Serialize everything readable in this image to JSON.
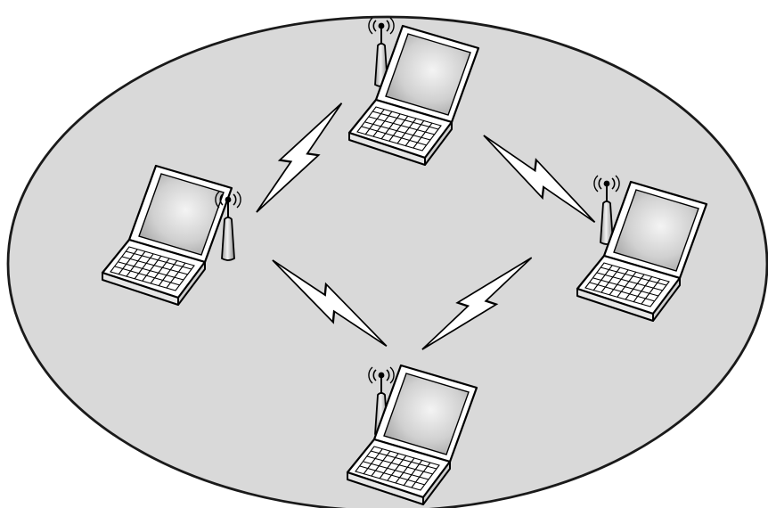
{
  "diagram": {
    "type": "ad-hoc wireless network",
    "region_fill": "#d9d9d9",
    "region_stroke": "#1a1a1a",
    "nodes": [
      {
        "id": "laptop-top",
        "icon": "laptop-icon",
        "antenna": "antenna-icon",
        "antenna_side": "left"
      },
      {
        "id": "laptop-left",
        "icon": "laptop-icon",
        "antenna": "antenna-icon",
        "antenna_side": "right"
      },
      {
        "id": "laptop-right",
        "icon": "laptop-icon",
        "antenna": "antenna-icon",
        "antenna_side": "left"
      },
      {
        "id": "laptop-bottom",
        "icon": "laptop-icon",
        "antenna": "antenna-icon",
        "antenna_side": "left"
      }
    ],
    "links": [
      {
        "from": "laptop-left",
        "to": "laptop-top",
        "icon": "wireless-link-icon"
      },
      {
        "from": "laptop-top",
        "to": "laptop-right",
        "icon": "wireless-link-icon"
      },
      {
        "from": "laptop-left",
        "to": "laptop-bottom",
        "icon": "wireless-link-icon"
      },
      {
        "from": "laptop-bottom",
        "to": "laptop-right",
        "icon": "wireless-link-icon"
      }
    ]
  }
}
